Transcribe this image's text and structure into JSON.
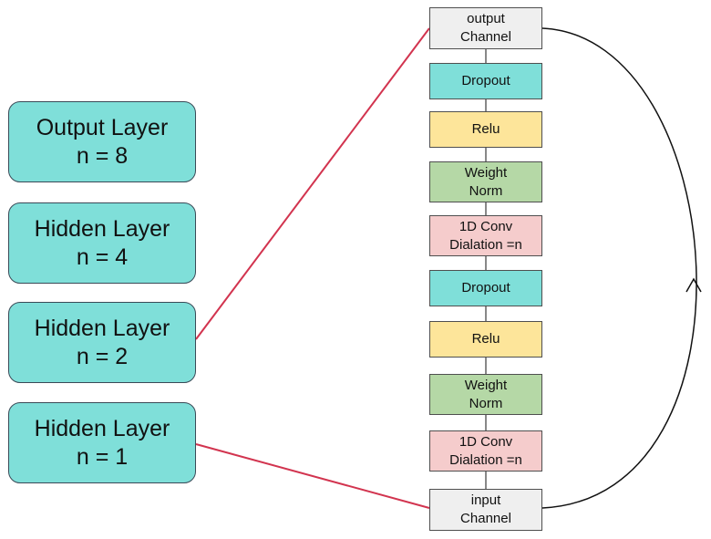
{
  "colors": {
    "layer_fill": "#7fdfd9",
    "teal": "#7fdfd9",
    "yellow": "#fde59a",
    "green": "#b5d8a6",
    "pink": "#f5cccc",
    "gray": "#efefef",
    "connector_red": "#d2344f",
    "line": "#111111"
  },
  "layers": [
    {
      "line1": "Output Layer",
      "line2": "n = 8"
    },
    {
      "line1": "Hidden Layer",
      "line2": "n = 4"
    },
    {
      "line1": "Hidden Layer",
      "line2": "n = 2"
    },
    {
      "line1": "Hidden Layer",
      "line2": "n = 1"
    }
  ],
  "blocks": [
    {
      "line1": "output",
      "line2": "Channel",
      "fill": "gray"
    },
    {
      "line1": "Dropout",
      "line2": "",
      "fill": "teal"
    },
    {
      "line1": "Relu",
      "line2": "",
      "fill": "yellow"
    },
    {
      "line1": "Weight",
      "line2": "Norm",
      "fill": "green"
    },
    {
      "line1": "1D Conv",
      "line2": "Dialation =n",
      "fill": "pink"
    },
    {
      "line1": "Dropout",
      "line2": "",
      "fill": "teal"
    },
    {
      "line1": "Relu",
      "line2": "",
      "fill": "yellow"
    },
    {
      "line1": "Weight",
      "line2": "Norm",
      "fill": "green"
    },
    {
      "line1": "1D Conv",
      "line2": "Dialation =n",
      "fill": "pink"
    },
    {
      "line1": "input",
      "line2": "Channel",
      "fill": "gray"
    }
  ]
}
